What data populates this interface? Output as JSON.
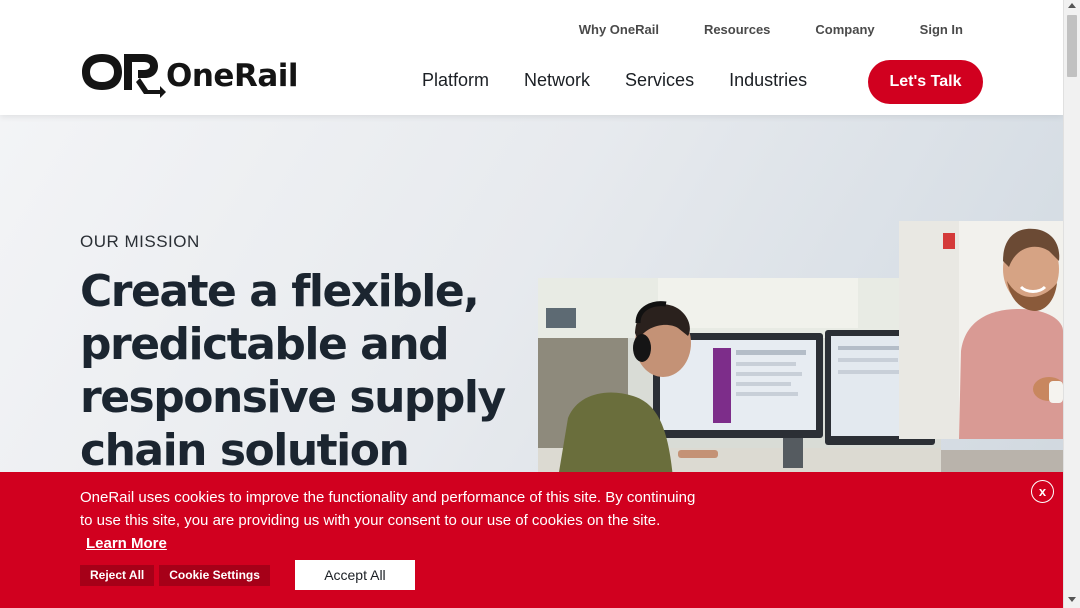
{
  "header": {
    "brand": "OneRail",
    "util_nav": [
      "Why OneRail",
      "Resources",
      "Company",
      "Sign In"
    ],
    "main_nav": [
      "Platform",
      "Network",
      "Services",
      "Industries"
    ],
    "cta": "Let's Talk"
  },
  "hero": {
    "eyebrow": "OUR MISSION",
    "headline": "Create a flexible, predictable and responsive supply chain solution"
  },
  "cookie_banner": {
    "text": "OneRail uses cookies to improve the functionality and performance of this site. By continuing to use this site, you are providing us with your consent to our use of cookies on the site.",
    "learn_more": "Learn More",
    "reject": "Reject All",
    "settings": "Cookie Settings",
    "accept": "Accept All",
    "close": "x"
  },
  "colors": {
    "brand_red": "#d1001f",
    "dark_red": "#a60018",
    "text_dark": "#1b2530"
  }
}
